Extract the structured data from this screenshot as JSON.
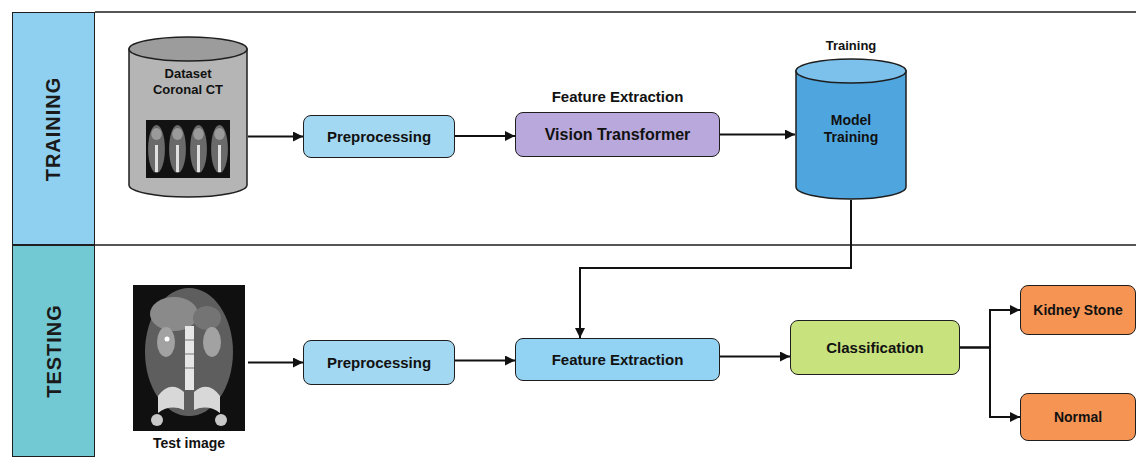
{
  "diagram": {
    "nodes": [
      {
        "text": [
          "TRAINING"
        ]
      },
      {
        "text": [
          "Dataset Coronal CT"
        ]
      },
      {
        "text": [
          "Preprocessing"
        ]
      },
      {
        "text": [
          "Feature Extraction",
          "Vision Transformer"
        ]
      },
      {
        "text": [
          "Training",
          "Model Training"
        ]
      },
      {
        "text": [
          "TESTING"
        ]
      },
      {
        "text": [
          "Test image"
        ]
      },
      {
        "text": [
          "Preprocessing"
        ]
      },
      {
        "text": [
          "Feature Extraction"
        ]
      },
      {
        "text": [
          "Classification"
        ]
      },
      {
        "text": [
          "Kidney Stone"
        ]
      },
      {
        "text": [
          "Normal"
        ]
      }
    ],
    "edges": [
      {
        "from": 1,
        "to": 2,
        "arrow": "to"
      },
      {
        "from": 2,
        "to": 3,
        "arrow": "to"
      },
      {
        "from": 3,
        "to": 4,
        "arrow": "to"
      },
      {
        "from": 4,
        "to": 8,
        "arrow": "to"
      },
      {
        "from": 6,
        "to": 7,
        "arrow": "to"
      },
      {
        "from": 7,
        "to": 8,
        "arrow": "to"
      },
      {
        "from": 8,
        "to": 9,
        "arrow": "to"
      },
      {
        "from": 9,
        "to": 10,
        "arrow": "to"
      },
      {
        "from": 9,
        "to": 11,
        "arrow": "to"
      }
    ]
  }
}
